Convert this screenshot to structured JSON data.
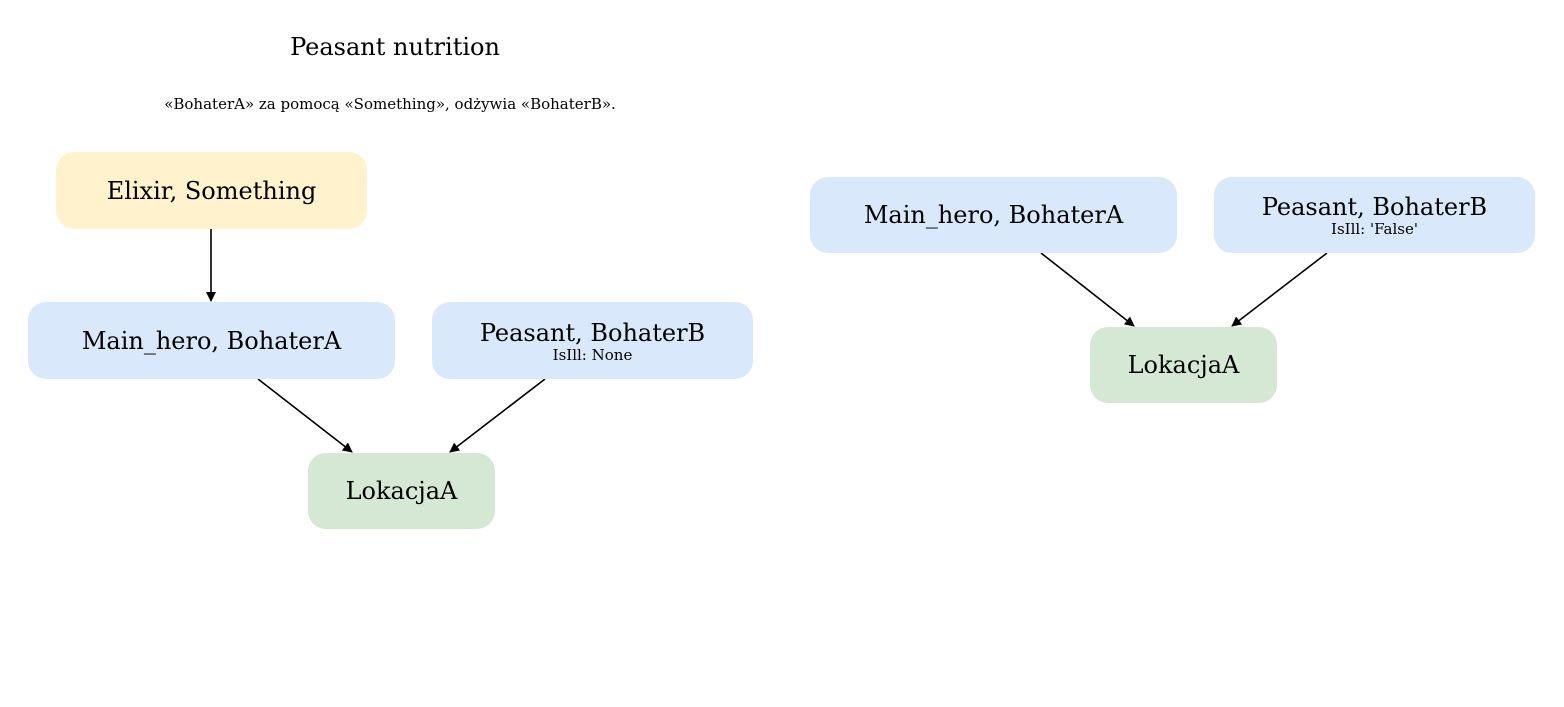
{
  "diagram": {
    "title": "Peasant nutrition",
    "subtitle": "«BohaterA» za pomocą «Something», odżywia «BohaterB».",
    "colors": {
      "item": "#fff2cc",
      "character": "#dae8fc",
      "location": "#d5e8d4",
      "edge": "#000000"
    },
    "left_graph": {
      "item_node": {
        "label": "Elixir, Something"
      },
      "hero_node": {
        "label": "Main_hero, BohaterA"
      },
      "peasant_node": {
        "label": "Peasant, BohaterB",
        "attr": "IsIll: None"
      },
      "location_node": {
        "label": "LokacjaA"
      }
    },
    "right_graph": {
      "hero_node": {
        "label": "Main_hero, BohaterA"
      },
      "peasant_node": {
        "label": "Peasant, BohaterB",
        "attr": "IsIll: 'False'"
      },
      "location_node": {
        "label": "LokacjaA"
      }
    }
  }
}
